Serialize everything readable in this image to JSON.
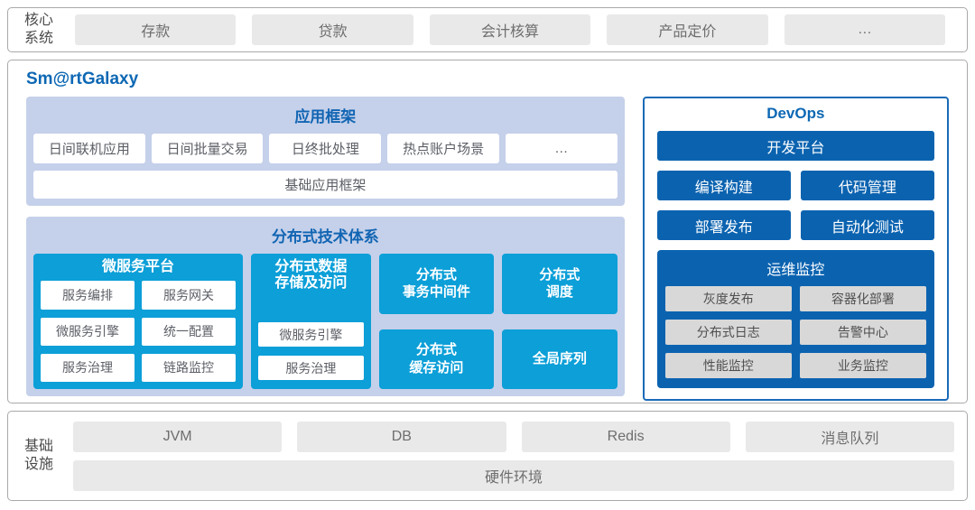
{
  "core_systems": {
    "label": "核心\n系统",
    "items": [
      "存款",
      "贷款",
      "会计核算",
      "产品定价",
      "…"
    ]
  },
  "platform": {
    "brand": "Sm@rtGalaxy",
    "app_framework": {
      "title": "应用框架",
      "apps": [
        "日间联机应用",
        "日间批量交易",
        "日终批处理",
        "热点账户场景",
        "…"
      ],
      "base": "基础应用框架"
    },
    "distributed": {
      "title": "分布式技术体系",
      "microservice_platform": {
        "title": "微服务平台",
        "items": [
          "服务编排",
          "服务网关",
          "微服务引擎",
          "统一配置",
          "服务治理",
          "链路监控"
        ]
      },
      "data_storage": {
        "title": "分布式数据\n存储及访问",
        "items": [
          "微服务引擎",
          "服务治理"
        ]
      },
      "blocks": [
        "分布式\n事务中间件",
        "分布式\n调度",
        "分布式\n缓存访问",
        "全局序列"
      ]
    },
    "devops": {
      "title": "DevOps",
      "dev_platform": "开发平台",
      "tools": [
        "编译构建",
        "代码管理",
        "部署发布",
        "自动化测试"
      ],
      "monitoring": {
        "title": "运维监控",
        "items": [
          "灰度发布",
          "容器化部署",
          "分布式日志",
          "告警中心",
          "性能监控",
          "业务监控"
        ]
      }
    }
  },
  "infrastructure": {
    "label": "基础\n设施",
    "items": [
      "JVM",
      "DB",
      "Redis",
      "消息队列"
    ],
    "hardware": "硬件环境"
  },
  "colors": {
    "accent_blue": "#0d68b4",
    "cyan": "#0c9fd8",
    "dark_blue": "#0b63b0",
    "lavender": "#c5d0ea",
    "box_gray": "#e9e9e9"
  }
}
